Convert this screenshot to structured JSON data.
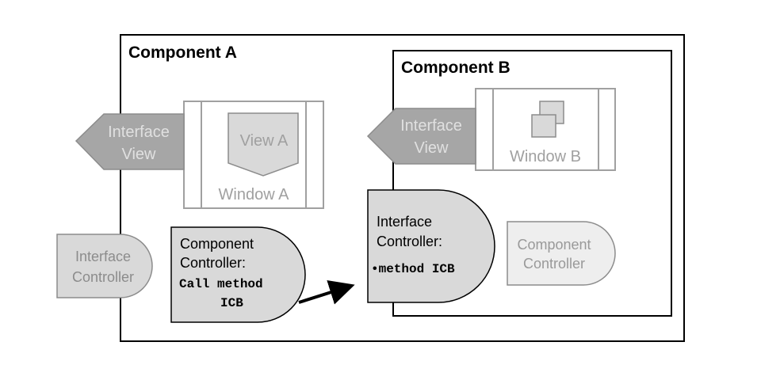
{
  "component_a": {
    "title": "Component A",
    "interface_view": {
      "line1": "Interface",
      "line2": "View"
    },
    "view": "View A",
    "window": "Window A",
    "interface_controller": {
      "line1": "Interface",
      "line2": "Controller"
    },
    "component_controller": {
      "line1": "Component",
      "line2": "Controller:",
      "line3": "Call method",
      "line4": "ICB"
    }
  },
  "component_b": {
    "title": "Component B",
    "interface_view": {
      "line1": "Interface",
      "line2": "View"
    },
    "window": "Window B",
    "interface_controller": {
      "line1": "Interface",
      "line2": "Controller:",
      "method": "•method ICB"
    },
    "component_controller": {
      "line1": "Component",
      "line2": "Controller"
    }
  },
  "colors": {
    "dark_fill": "#a6a6a6",
    "medium_fill": "#d9d9d9",
    "light_fill": "#eeeeee",
    "faded_stroke": "#8c8c8c",
    "faded_text": "#999999"
  }
}
